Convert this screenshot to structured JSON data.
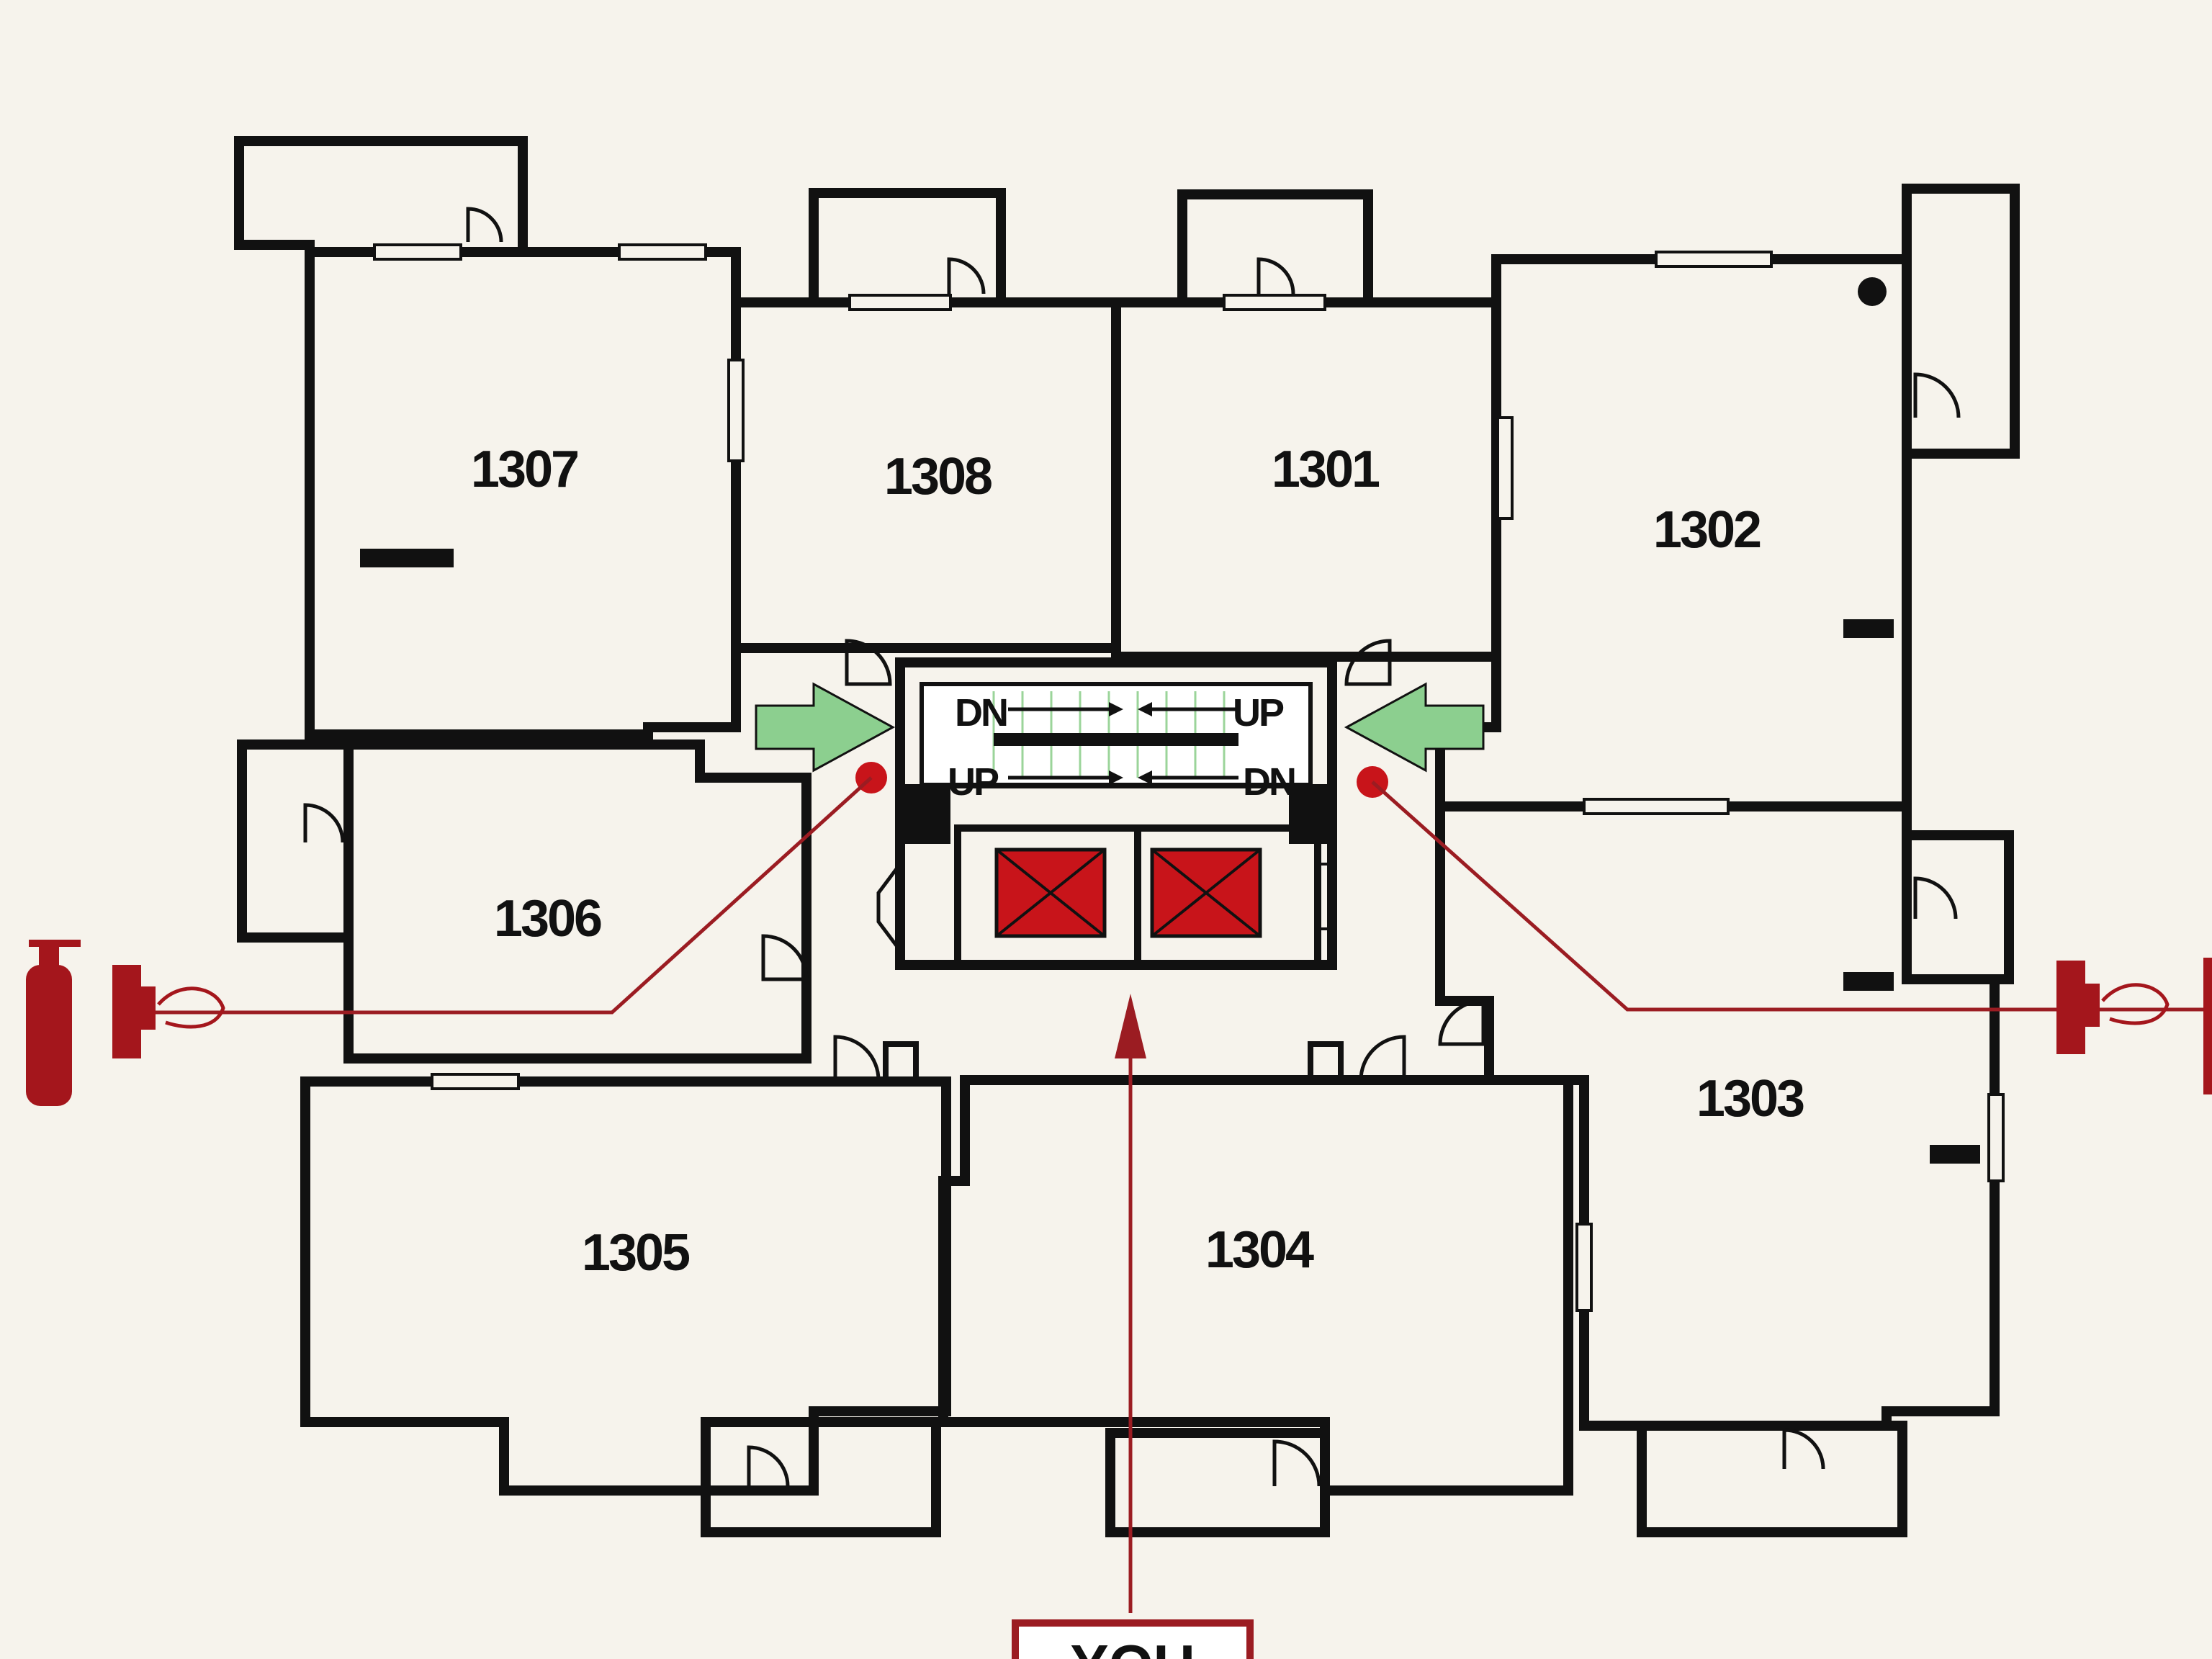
{
  "rooms": {
    "r1307": "1307",
    "r1308": "1308",
    "r1301": "1301",
    "r1302": "1302",
    "r1306": "1306",
    "r1303": "1303",
    "r1305": "1305",
    "r1304": "1304"
  },
  "stairs": {
    "top_left": "DN",
    "top_right": "UP",
    "bottom_left": "UP",
    "bottom_right": "DN"
  },
  "you_are_here": "YOU",
  "colors": {
    "wall": "#111111",
    "route": "#9b1c22",
    "elevator": "#c8141a",
    "exit_arrow": "#8ccf8f",
    "background": "#f6f3ec"
  },
  "icons": [
    "fire-extinguisher-icon",
    "fire-alarm-pull-icon",
    "exit-arrow-icon",
    "elevator-icon",
    "you-are-here-marker"
  ]
}
